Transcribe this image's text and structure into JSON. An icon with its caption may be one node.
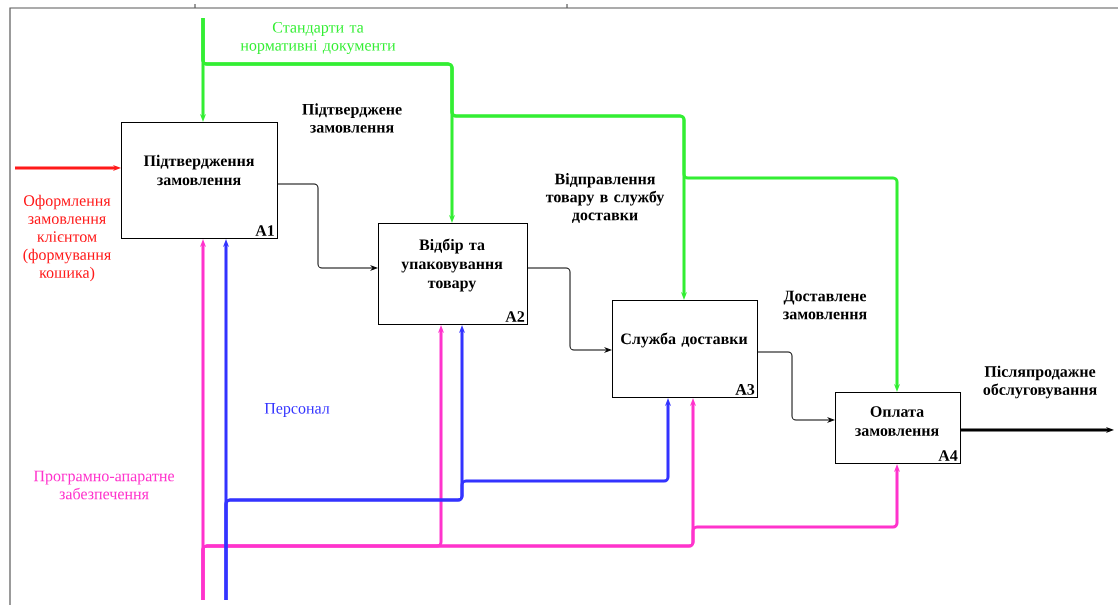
{
  "diagram": {
    "nodes": [
      {
        "text": [
          "Підтвердження замовлення",
          "A1"
        ]
      },
      {
        "text": [
          "Відбір та упаковування товару",
          "A2"
        ]
      },
      {
        "text": [
          "Служба доставки",
          "A3"
        ]
      },
      {
        "text": [
          "Оплата замовлення",
          "A4"
        ]
      }
    ],
    "edges": [
      {
        "from": null,
        "to": 0,
        "arrow": "to",
        "label": "Оформлення замовлення клієнтом (формування кошика)",
        "color": "#ff1a1a"
      },
      {
        "from": null,
        "to": 0,
        "arrow": "to",
        "color": "#33ee33"
      },
      {
        "from": null,
        "to": 1,
        "arrow": "to",
        "label": "Стандарти та нормативні документи",
        "color": "#33ee33"
      },
      {
        "from": null,
        "to": 2,
        "arrow": "to",
        "color": "#33ee33"
      },
      {
        "from": null,
        "to": 3,
        "arrow": "to",
        "color": "#33ee33"
      },
      {
        "from": null,
        "to": 0,
        "arrow": "to",
        "label": "Програмно-апаратне забезпечення",
        "color": "#ff33cc"
      },
      {
        "from": null,
        "to": 1,
        "arrow": "to",
        "color": "#ff33cc"
      },
      {
        "from": null,
        "to": 2,
        "arrow": "to",
        "color": "#ff33cc"
      },
      {
        "from": null,
        "to": 3,
        "arrow": "to",
        "color": "#ff33cc"
      },
      {
        "from": null,
        "to": 0,
        "arrow": "to",
        "label": "Персонал",
        "color": "#3333ff"
      },
      {
        "from": null,
        "to": 1,
        "arrow": "to",
        "color": "#3333ff"
      },
      {
        "from": null,
        "to": 2,
        "arrow": "to",
        "color": "#3333ff"
      },
      {
        "from": 0,
        "to": 1,
        "arrow": "to",
        "label": "Підтверджене замовлення",
        "color": "#000000"
      },
      {
        "from": 1,
        "to": 2,
        "arrow": "to",
        "label": "Відправлення товару в службу доставки",
        "color": "#000000"
      },
      {
        "from": 2,
        "to": 3,
        "arrow": "to",
        "label": "Доставлене замовлення",
        "color": "#000000"
      },
      {
        "from": 3,
        "to": null,
        "arrow": "to",
        "label": "Післяпродажне обслуговування",
        "color": "#000000"
      }
    ]
  }
}
